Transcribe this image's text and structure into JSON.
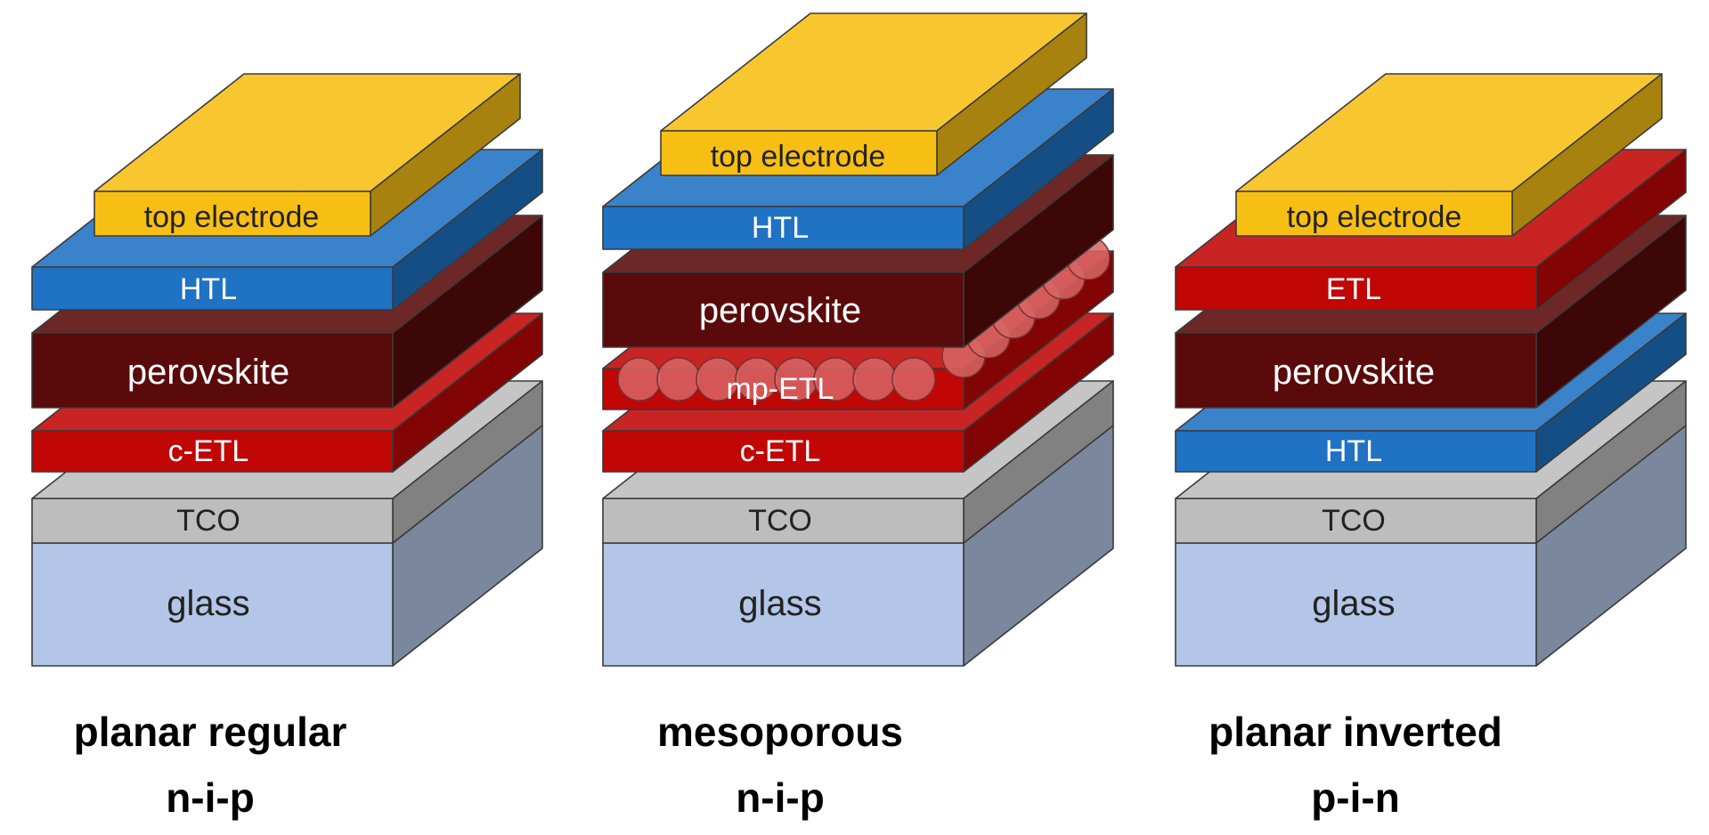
{
  "colors": {
    "electrode": "#F7BF14",
    "htl": "#1F72C4",
    "perovskite": "#5A0A0A",
    "etl": "#C10606",
    "tco": "#BDBDBD",
    "glass": "#B3C6E7",
    "nanoparticle": "#D86565"
  },
  "stacks": [
    {
      "id": "planar-regular",
      "caption_line1": "planar regular",
      "caption_line2": "n-i-p",
      "layers": [
        {
          "key": "glass",
          "label": "glass"
        },
        {
          "key": "tco",
          "label": "TCO"
        },
        {
          "key": "etl",
          "label": "c-ETL"
        },
        {
          "key": "perovskite",
          "label": "perovskite"
        },
        {
          "key": "htl",
          "label": "HTL"
        },
        {
          "key": "electrode",
          "label": "top electrode"
        }
      ]
    },
    {
      "id": "mesoporous",
      "caption_line1": "mesoporous",
      "caption_line2": "n-i-p",
      "layers": [
        {
          "key": "glass",
          "label": "glass"
        },
        {
          "key": "tco",
          "label": "TCO"
        },
        {
          "key": "etl",
          "label": "c-ETL"
        },
        {
          "key": "etl",
          "label": "mp-ETL"
        },
        {
          "key": "perovskite",
          "label": "perovskite"
        },
        {
          "key": "htl",
          "label": "HTL"
        },
        {
          "key": "electrode",
          "label": "top electrode"
        }
      ]
    },
    {
      "id": "planar-inverted",
      "caption_line1": "planar inverted",
      "caption_line2": "p-i-n",
      "layers": [
        {
          "key": "glass",
          "label": "glass"
        },
        {
          "key": "tco",
          "label": "TCO"
        },
        {
          "key": "htl",
          "label": "HTL"
        },
        {
          "key": "perovskite",
          "label": "perovskite"
        },
        {
          "key": "etl",
          "label": "ETL"
        },
        {
          "key": "electrode",
          "label": "top electrode"
        }
      ]
    }
  ]
}
